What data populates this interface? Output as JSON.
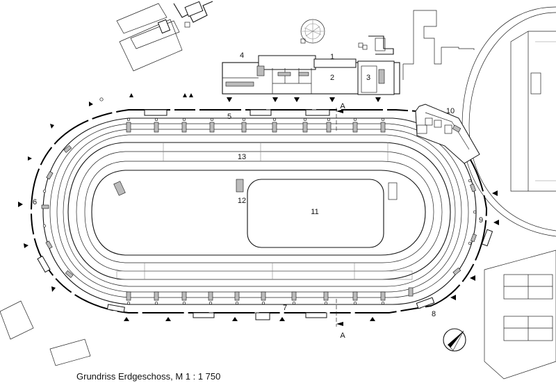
{
  "caption": "Grundriss Erdgeschoss, M 1 : 1 750",
  "labels": {
    "n1": "1",
    "n2": "2",
    "n3": "3",
    "n4": "4",
    "n5": "5",
    "n6": "6",
    "n7": "7",
    "n8": "8",
    "n9": "9",
    "n10": "10",
    "n11": "11",
    "n12": "12",
    "n13": "13",
    "section_top": "A",
    "section_bottom": "A"
  },
  "icons": {
    "north_arrow": "north-arrow-icon",
    "entrance_marker": "entrance-triangle-icon",
    "tree": "tree-icon"
  },
  "colors": {
    "line": "#111111",
    "background": "#ffffff",
    "fill": "#bbbbbb"
  }
}
